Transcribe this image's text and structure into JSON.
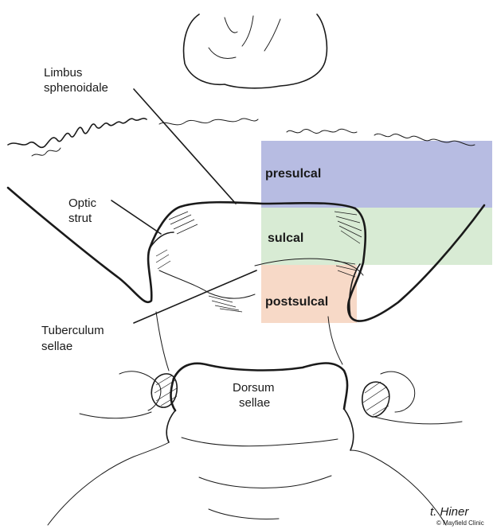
{
  "labels": {
    "limbus_line1": "Limbus",
    "limbus_line2": "sphenoidale",
    "optic_line1": "Optic",
    "optic_line2": "strut",
    "tuberculum_line1": "Tuberculum",
    "tuberculum_line2": "sellae",
    "dorsum_line1": "Dorsum",
    "dorsum_line2": "sellae"
  },
  "zones": [
    {
      "label": "presulcal",
      "color": "#b3b8e0"
    },
    {
      "label": "sulcal",
      "color": "#d6ead2"
    },
    {
      "label": "postsulcal",
      "color": "#f7d7c4"
    }
  ],
  "credit": {
    "signature": "t. Hiner",
    "copyright": "© Mayfield Clinic"
  }
}
